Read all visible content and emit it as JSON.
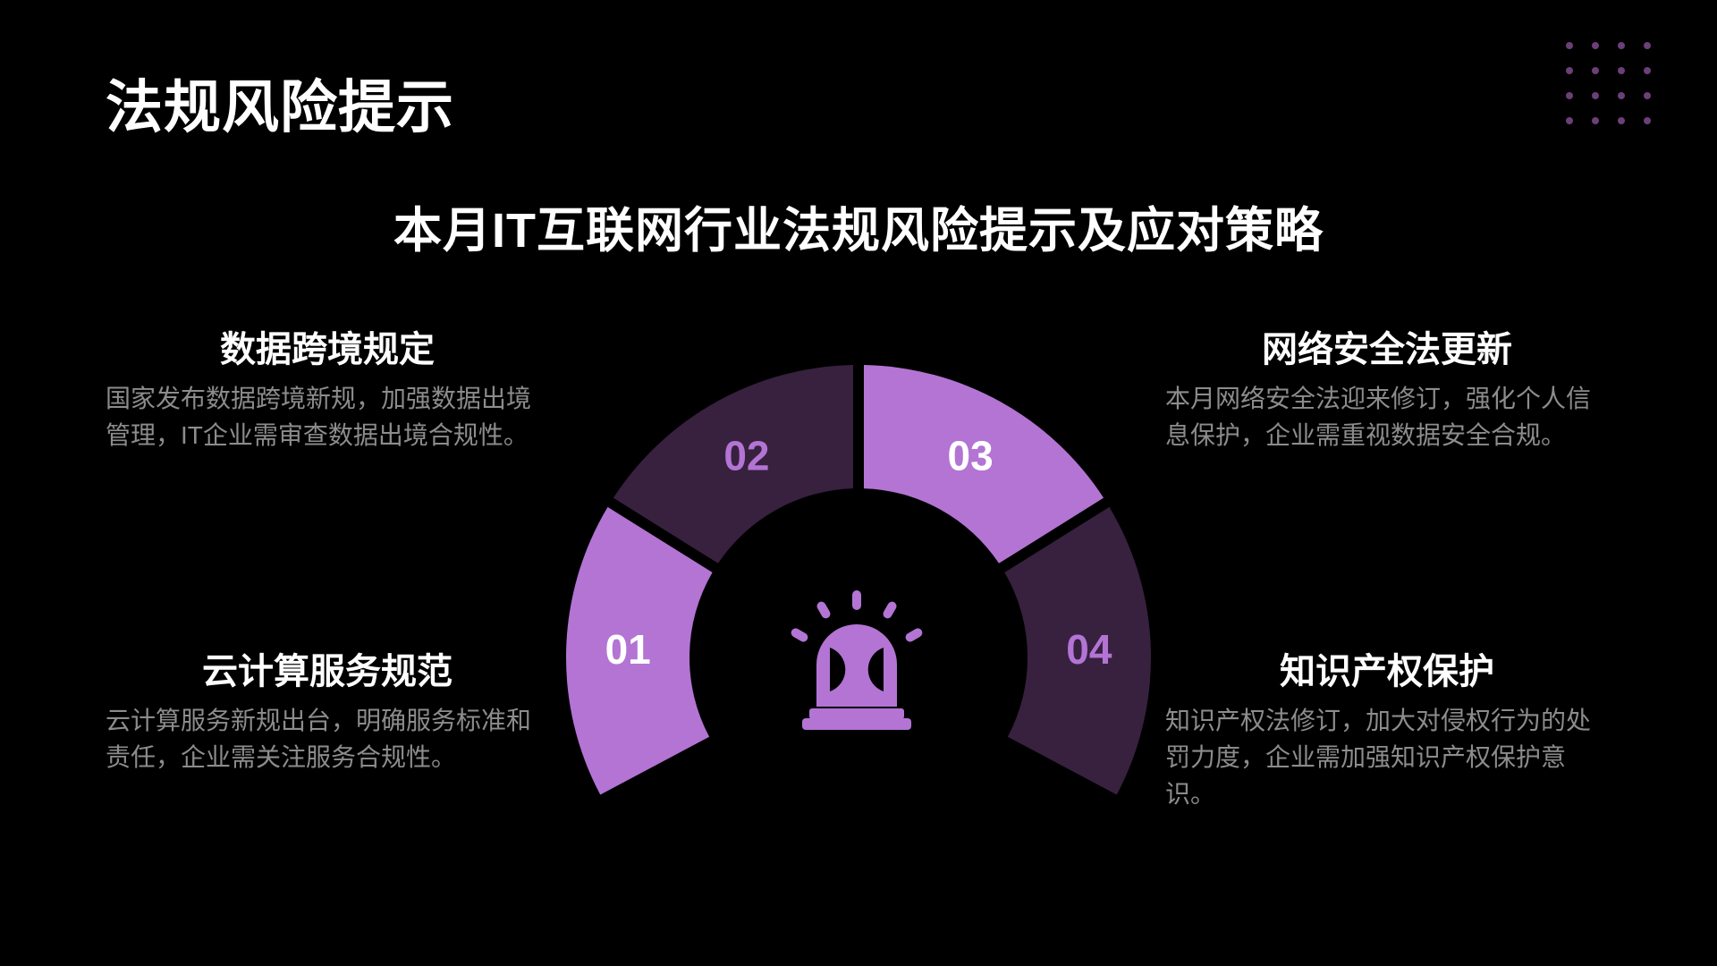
{
  "page": {
    "title": "法规风险提示",
    "subtitle": "本月IT互联网行业法规风险提示及应对策略"
  },
  "colors": {
    "background": "#000000",
    "accent_light": "#b374d4",
    "accent_dark": "#37213f",
    "heading_text": "#ffffff",
    "body_text": "#8c8c8c",
    "dot_grid": "#6b3f78"
  },
  "decoration": {
    "dot_grid": {
      "rows": 4,
      "cols": 4
    }
  },
  "gauge": {
    "center_icon": "siren-alarm-icon",
    "segments": [
      {
        "number": "01",
        "style": "light"
      },
      {
        "number": "02",
        "style": "dark"
      },
      {
        "number": "03",
        "style": "light"
      },
      {
        "number": "04",
        "style": "dark"
      }
    ]
  },
  "items": [
    {
      "number": "01",
      "title": "数据跨境规定",
      "description": "国家发布数据跨境新规，加强数据出境管理，IT企业需审查数据出境合规性。"
    },
    {
      "number": "02",
      "title": "网络安全法更新",
      "description": "本月网络安全法迎来修订，强化个人信息保护，企业需重视数据安全合规。"
    },
    {
      "number": "03",
      "title": "云计算服务规范",
      "description": "云计算服务新规出台，明确服务标准和责任，企业需关注服务合规性。"
    },
    {
      "number": "04",
      "title": "知识产权保护",
      "description": "知识产权法修订，加大对侵权行为的处罚力度，企业需加强知识产权保护意识。"
    }
  ]
}
